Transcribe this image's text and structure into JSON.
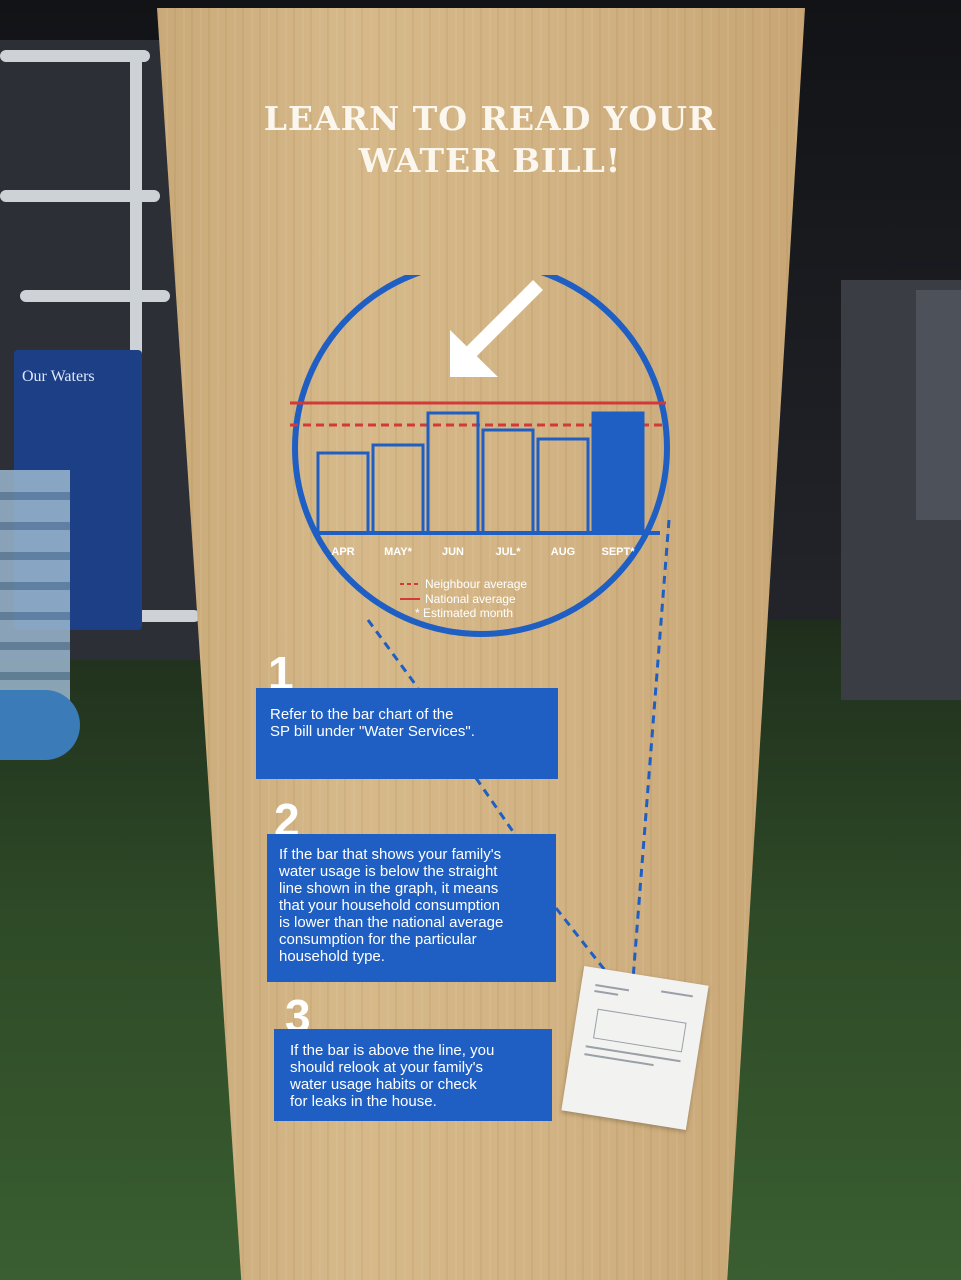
{
  "sign": {
    "title_line1": "LEARN TO READ YOUR",
    "title_line2": "WATER BILL!",
    "step1_number": "1",
    "step1_text": "Refer to the bar chart of the\nSP bill under \"Water Services\".",
    "step2_number": "2",
    "step2_text": "If the bar that shows your family's\nwater usage is below the straight\nline shown in the graph, it means\nthat your household consumption\nis lower than the national average\nconsumption for the particular\nhousehold type.",
    "step3_number": "3",
    "step3_text": "If the bar is above the line, you\nshould relook at your family's\nwater usage habits or check\nfor leaks in the house."
  },
  "background_sign": {
    "title": "Our Waters"
  },
  "chart_data": {
    "type": "bar",
    "categories": [
      "APR",
      "MAY*",
      "JUN",
      "JUL*",
      "AUG",
      "SEPT*"
    ],
    "values": [
      80,
      88,
      120,
      103,
      94,
      120
    ],
    "highlighted_category": "SEPT*",
    "legend": [
      "Neighbour average",
      "National average",
      "* Estimated month"
    ],
    "reference_lines": {
      "national_average": 128,
      "neighbour_average": 108
    },
    "ylim": [
      0,
      140
    ],
    "colors": {
      "bar": "#1f5fc4",
      "line": "#d23a3a",
      "circle": "#1f5fc4"
    }
  }
}
